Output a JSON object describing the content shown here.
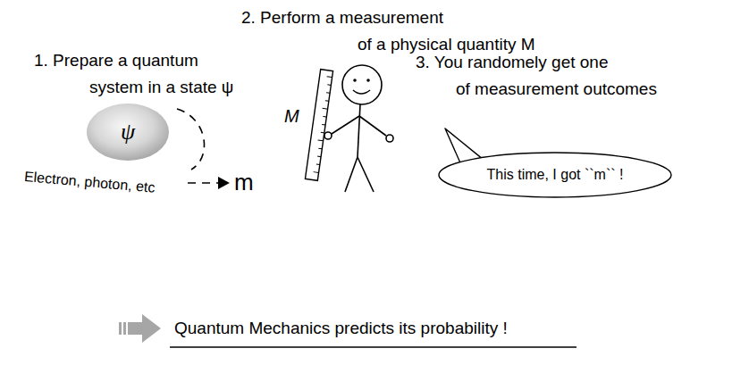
{
  "diagram": {
    "nodes": [
      {
        "text": [
          "ψ"
        ]
      },
      {
        "text": [
          "This time, I got ``m`` !"
        ]
      }
    ],
    "labels": [
      "1. Prepare a quantum system in a state ψ",
      "2. Perform a measurement of a physical quantity M",
      "3. You randomely get one of measurement outcomes",
      "M",
      "Electron, photon, etc",
      "m",
      "Quantum Mechanics predicts its probability !"
    ]
  }
}
